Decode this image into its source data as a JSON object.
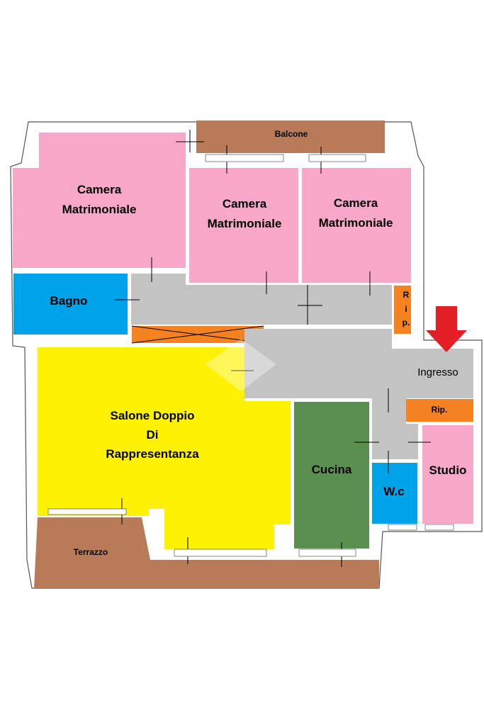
{
  "colors": {
    "pink": "#f7a8c8",
    "blue": "#00a2e8",
    "yellow": "#fff200",
    "green": "#5b8f50",
    "gray": "#c3c3c3",
    "orange": "#f58220",
    "brown": "#b97a57",
    "arrow": "#e31e24"
  },
  "rooms": {
    "balcone": "Balcone",
    "camera1": [
      "Camera",
      "Matrimoniale"
    ],
    "camera2": [
      "Camera",
      "Matrimoniale"
    ],
    "camera3": [
      "Camera",
      "Matrimoniale"
    ],
    "bagno": "Bagno",
    "rip_vertical": [
      "R",
      "i",
      "p."
    ],
    "ingresso": "Ingresso",
    "rip": "Rip.",
    "salone": [
      "Salone Doppio",
      "Di",
      "Rappresentanza"
    ],
    "cucina": "Cucina",
    "wc": "W.c",
    "studio": "Studio",
    "terrazzo": "Terrazzo"
  },
  "icons": {
    "entrance": "down-arrow-icon",
    "watermark": "logo-watermark-icon"
  }
}
